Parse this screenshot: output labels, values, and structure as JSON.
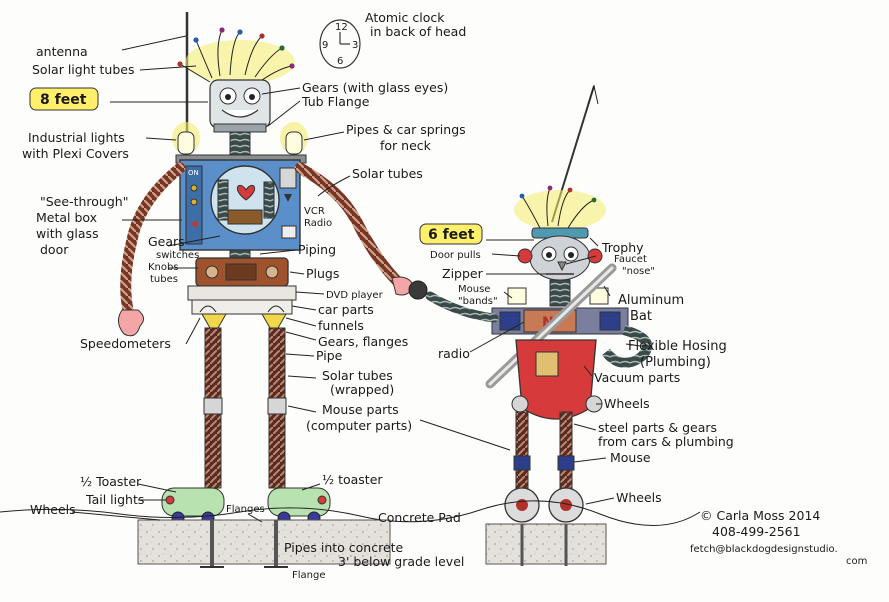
{
  "header": {
    "clock_label_1": "Atomic clock",
    "clock_label_2": "in back of head",
    "clock_digits": [
      "12",
      "3",
      "6",
      "9"
    ]
  },
  "tall_robot": {
    "height_tag": "8 feet",
    "labels": {
      "antenna_1": "antenna",
      "antenna_2": "Solar light tubes",
      "gears_eyes": "Gears (with glass eyes)",
      "tub_flange": "Tub Flange",
      "industrial_1": "Industrial lights",
      "industrial_2": "with Plexi Covers",
      "pipes_springs_1": "Pipes & car springs",
      "pipes_springs_2": "for neck",
      "solar_tubes": "Solar tubes",
      "see_through_1": "\"See-through\"",
      "see_through_2": "Metal box",
      "see_through_3": "with glass",
      "see_through_4": "door",
      "vcr_radio_1": "VCR",
      "vcr_radio_2": "Radio",
      "gears": "Gears",
      "switches": "switches",
      "knobs": "Knobs",
      "tubes": "tubes",
      "piping": "Piping",
      "plugs": "Plugs",
      "dvd_player": "DVD player",
      "car_parts": "car parts",
      "funnels": "funnels",
      "gears_flanges": "Gears, flanges",
      "speedometers": "Speedometers",
      "pipe": "Pipe",
      "solar_wrapped_1": "Solar tubes",
      "solar_wrapped_2": "(wrapped)",
      "mouse_parts_1": "Mouse parts",
      "mouse_parts_2": "(computer parts)",
      "half_toaster_left": "½ Toaster",
      "half_toaster_right": "½ toaster",
      "tail_lights": "Tail lights",
      "wheels": "Wheels",
      "flanges": "Flanges",
      "concrete_pad": "Concrete Pad",
      "pipes_concrete_1": "Pipes into concrete",
      "pipes_concrete_2": "3' below grade level",
      "flange_bottom": "Flange"
    },
    "panel_on": "ON"
  },
  "short_robot": {
    "height_tag": "6 feet",
    "labels": {
      "door_pulls": "Door pulls",
      "trophy": "Trophy",
      "faucet_nose_1": "Faucet",
      "faucet_nose_2": "\"nose\"",
      "zipper": "Zipper",
      "mouse_bands_1": "Mouse",
      "mouse_bands_2": "\"bands\"",
      "aluminum_bat_1": "Aluminum",
      "aluminum_bat_2": "Bat",
      "radio": "radio",
      "flexible_hosing_1": "Flexible Hosing",
      "flexible_hosing_2": "(Plumbing)",
      "vacuum_parts": "Vacuum parts",
      "wheels_mid": "Wheels",
      "steel_parts_1": "steel parts & gears",
      "steel_parts_2": "from cars & plumbing",
      "mouse": "Mouse",
      "wheels_bottom": "Wheels"
    },
    "chest_letter": "N"
  },
  "credits": {
    "line1": "© Carla Moss 2014",
    "line2": "408-499-2561",
    "line3": "fetch@blackdogdesignstudio.",
    "line4": "com"
  },
  "colors": {
    "tag_yellow": "#ffef6a",
    "box_blue": "#5a8fc9",
    "rust": "#8b3a2c",
    "red": "#d63a3a",
    "glow": "#f4ec6a"
  }
}
